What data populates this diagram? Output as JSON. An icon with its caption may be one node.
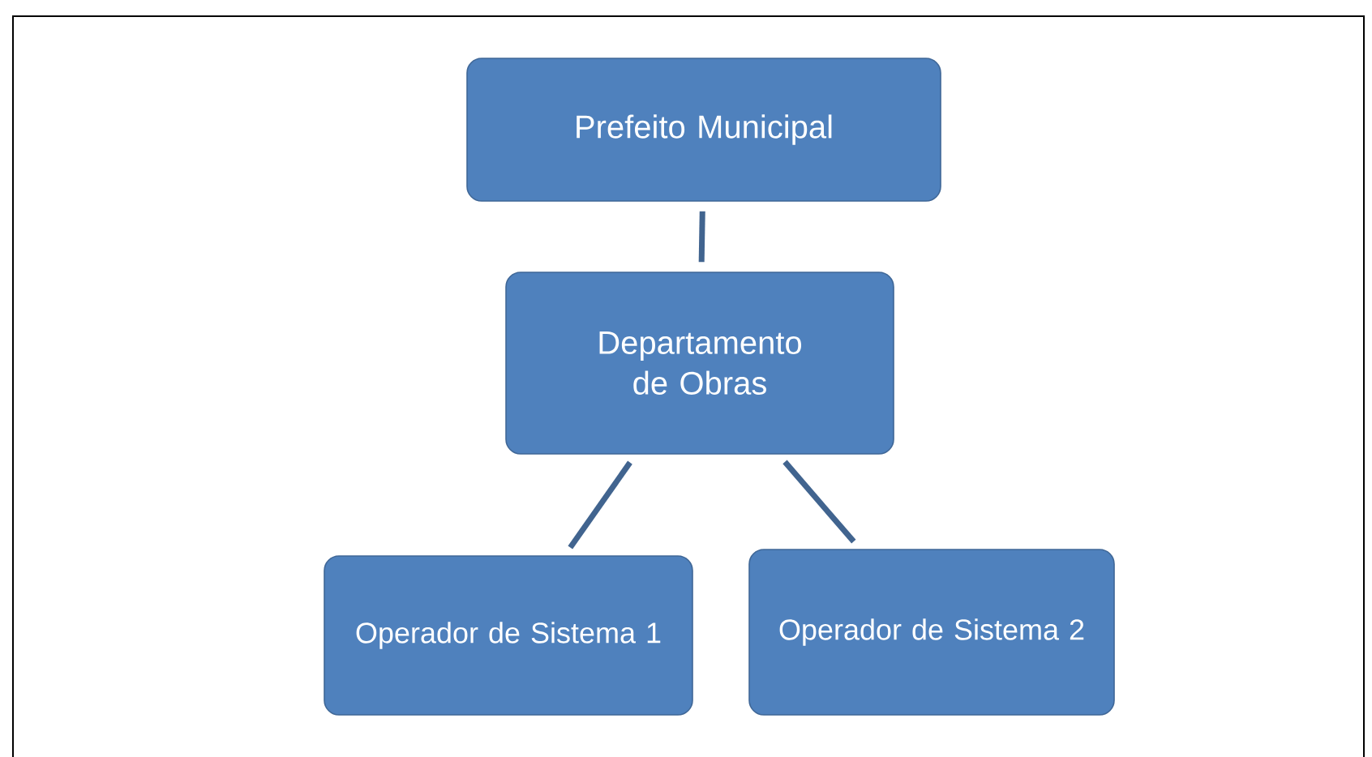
{
  "diagram": {
    "nodes": [
      {
        "text": [
          "Prefeito Municipal"
        ]
      },
      {
        "text": [
          "Departamento de Obras"
        ]
      },
      {
        "text": [
          "Operador de Sistema 1"
        ]
      },
      {
        "text": [
          "Operador de Sistema 2"
        ]
      }
    ],
    "edges": [
      {
        "from": 0,
        "to": 1,
        "arrow": "none"
      },
      {
        "from": 1,
        "to": 2,
        "arrow": "none"
      },
      {
        "from": 1,
        "to": 3,
        "arrow": "none"
      }
    ]
  }
}
